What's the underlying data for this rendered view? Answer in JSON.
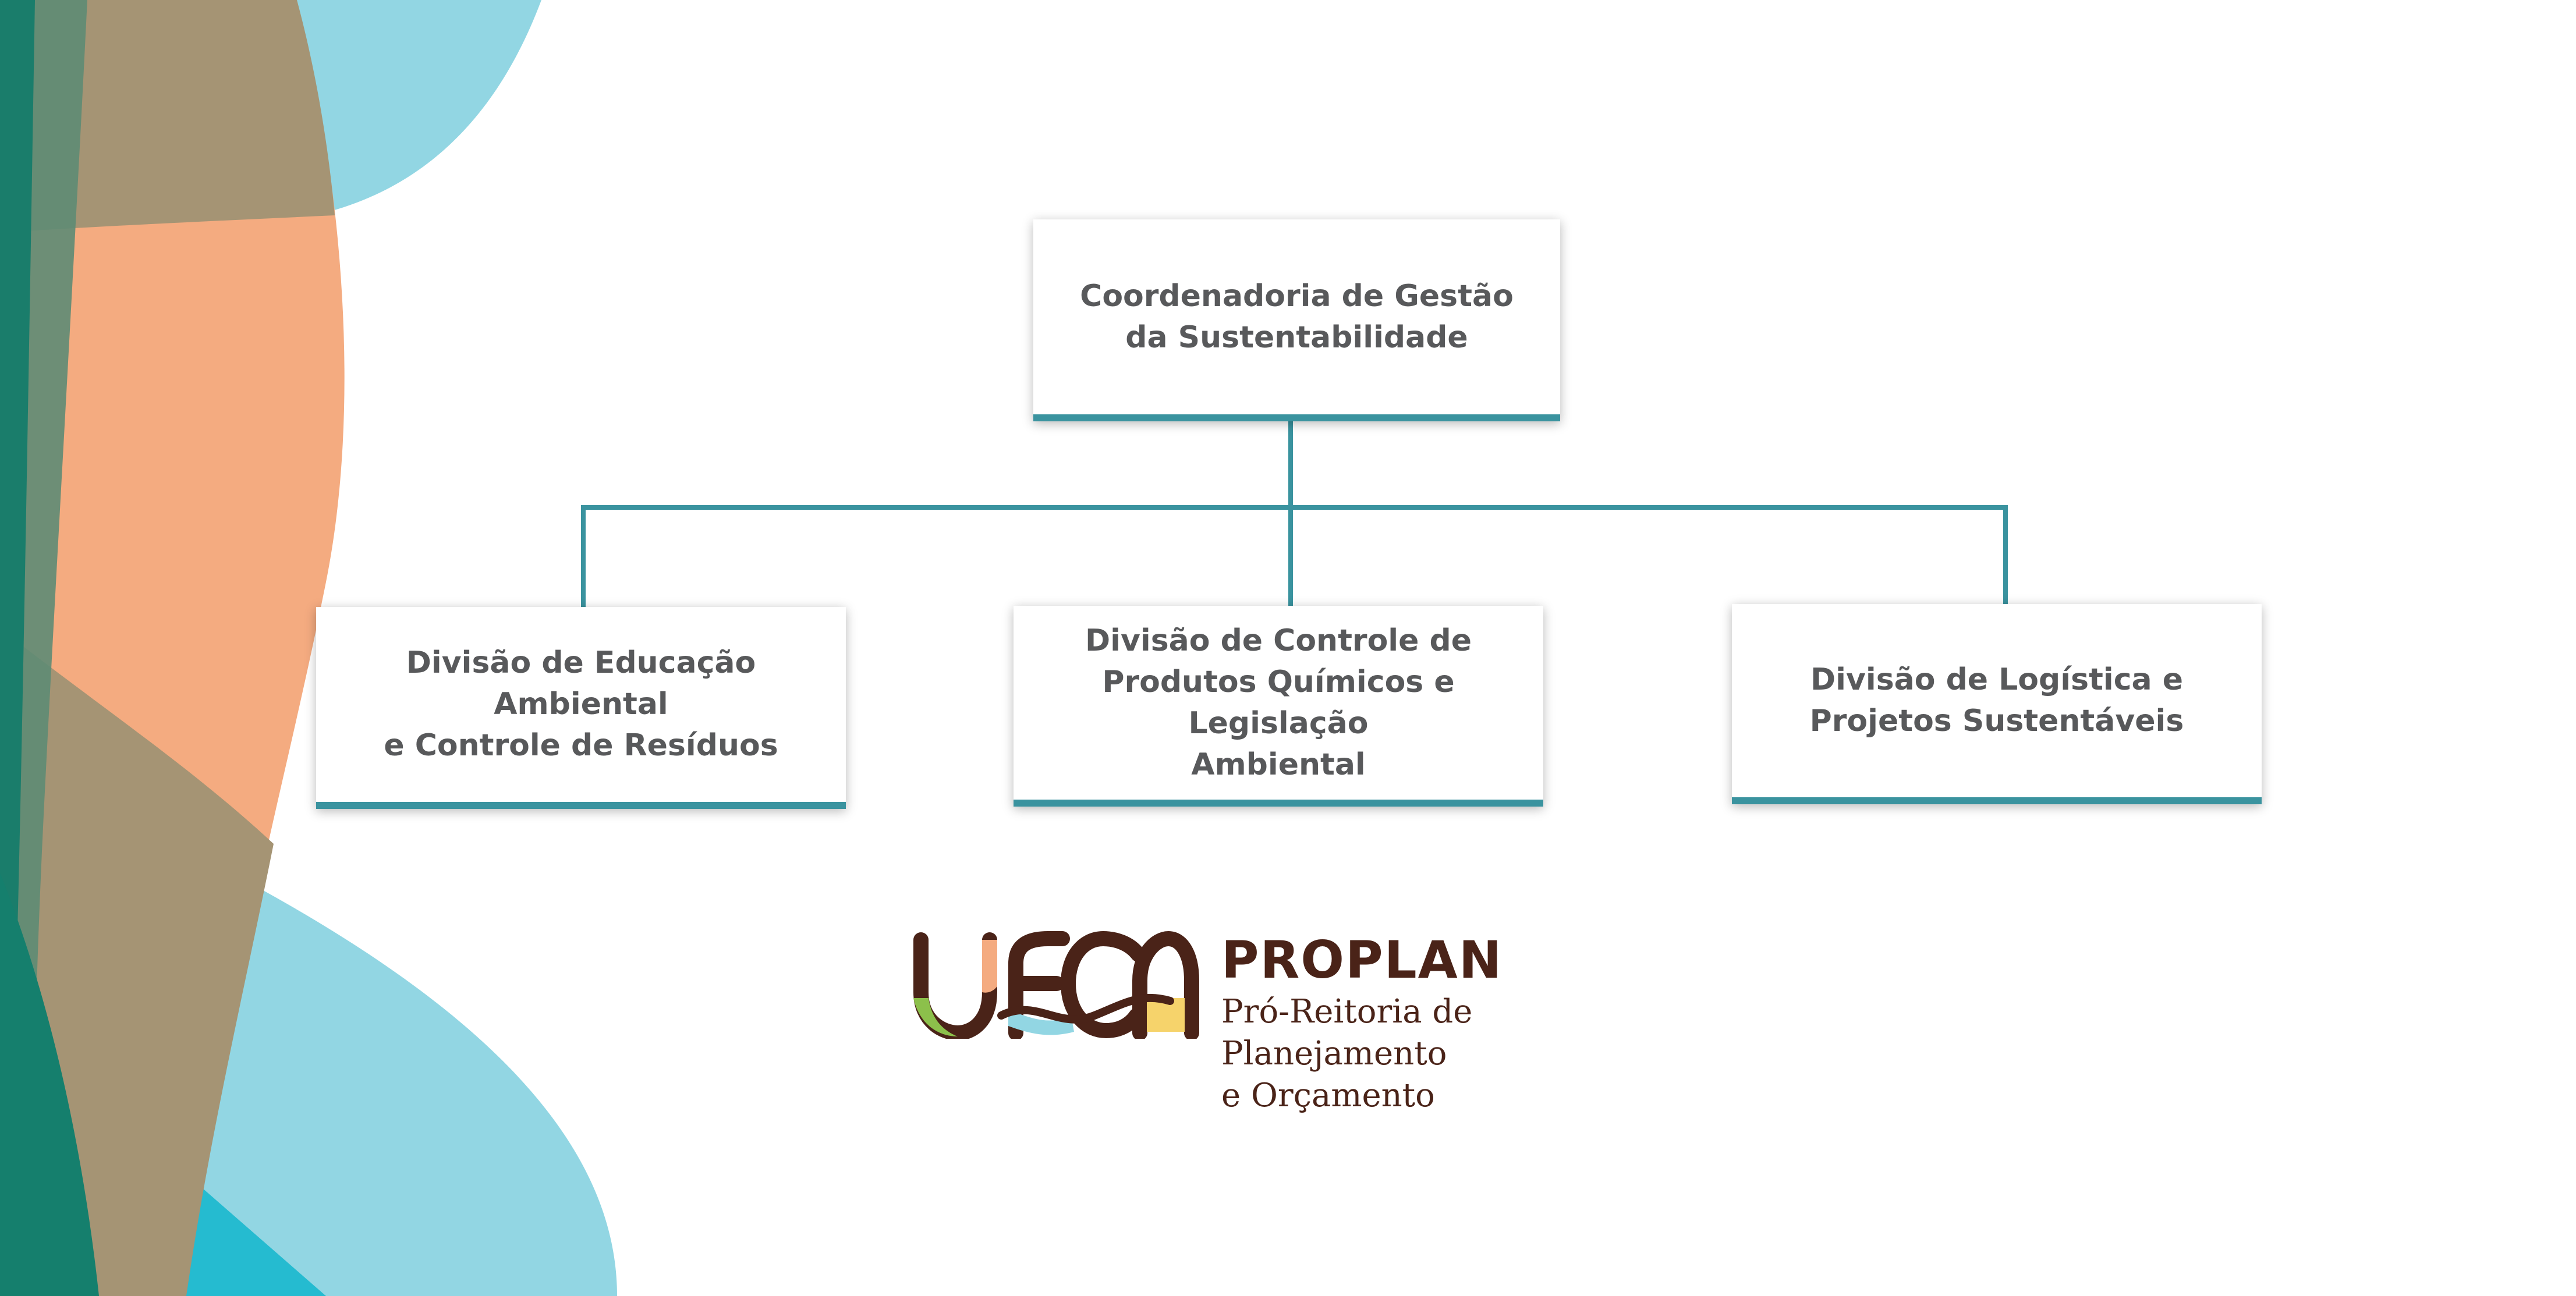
{
  "colors": {
    "connector": "#3a939f",
    "box_text": "#58595b",
    "brand_brown": "#4a2318",
    "decor_teal": "#1a7d6b",
    "decor_orange": "#f4ab80",
    "decor_light_blue": "#92d6e3",
    "decor_taupe": "#a59474"
  },
  "org_chart": {
    "root": {
      "label": "Coordenadoria de Gestão\nda Sustentabilidade"
    },
    "children": [
      {
        "label": "Divisão de Educação Ambiental\ne Controle de Resíduos"
      },
      {
        "label": "Divisão de Controle de\nProdutos Químicos e Legislação\nAmbiental"
      },
      {
        "label": "Divisão de Logística e\nProjetos Sustentáveis"
      }
    ]
  },
  "logo": {
    "mark_text": "UFCA",
    "title": "PROPLAN",
    "subtitle": "Pró-Reitoria de Planejamento\ne Orçamento"
  }
}
